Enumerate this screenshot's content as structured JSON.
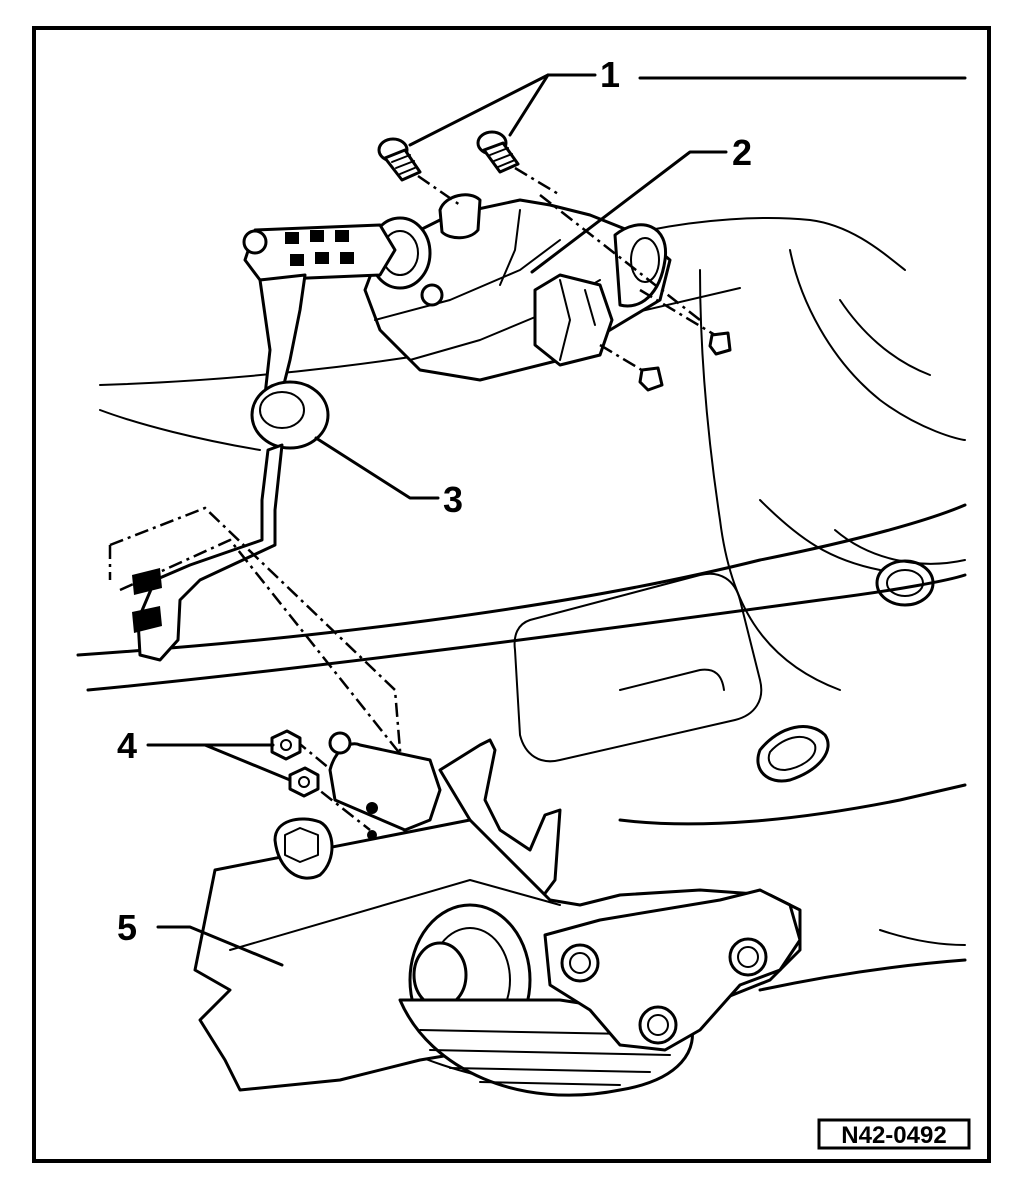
{
  "callouts": {
    "c1": "1",
    "c2": "2",
    "c3": "3",
    "c4": "4",
    "c5": "5"
  },
  "figure_id": "N42-0492",
  "colors": {
    "line": "#000000",
    "background": "#ffffff"
  }
}
